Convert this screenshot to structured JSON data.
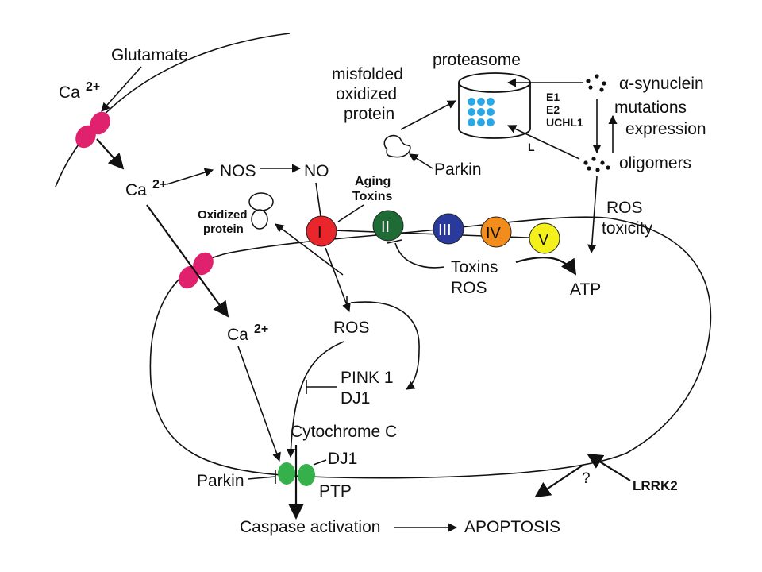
{
  "labels": {
    "glutamate": "Glutamate",
    "ca_top": "Ca",
    "ca_top_sup": "2+",
    "ca_mid": "Ca",
    "ca_mid_sup": "2+",
    "ca_low": "Ca",
    "ca_low_sup": "2+",
    "nos": "NOS",
    "no": "NO",
    "aging": "Aging",
    "toxins_top": "Toxins",
    "oxidized_1": "Oxidized",
    "oxidized_2": "protein",
    "misfolded_1": "misfolded",
    "misfolded_2": "oxidized",
    "misfolded_3": "protein",
    "proteasome": "proteasome",
    "parkin_top": "Parkin",
    "e1": "E1",
    "e2": "E2",
    "uchl1": "UCHL1",
    "l": "L",
    "synuclein": "α-synuclein",
    "mutations": "mutations",
    "expression": "expression",
    "oligomers": "oligomers",
    "ros_toxicity_1": "ROS",
    "ros_toxicity_2": "toxicity",
    "complex_1": "I",
    "complex_2": "II",
    "complex_3": "III",
    "complex_4": "IV",
    "complex_5": "V",
    "toxins_mid": "Toxins",
    "ros_mid": "ROS",
    "atp": "ATP",
    "ros_center": "ROS",
    "pink1": "PINK 1",
    "dj1_mid": "DJ1",
    "cytochrome": "Cytochrome C",
    "dj1_low": "DJ1",
    "parkin_low": "Parkin",
    "ptp": "PTP",
    "question": "?",
    "lrrk2": "LRRK2",
    "caspase": "Caspase activation",
    "apoptosis": "APOPTOSIS"
  },
  "colors": {
    "channel": "#e0226e",
    "complex_1": "#e8262c",
    "complex_2": "#1e6b35",
    "complex_3": "#2a3a9c",
    "complex_4": "#f28c1c",
    "complex_5": "#f4f01c",
    "ptp": "#36b04a",
    "proteasome_dots": "#29a8e8"
  }
}
